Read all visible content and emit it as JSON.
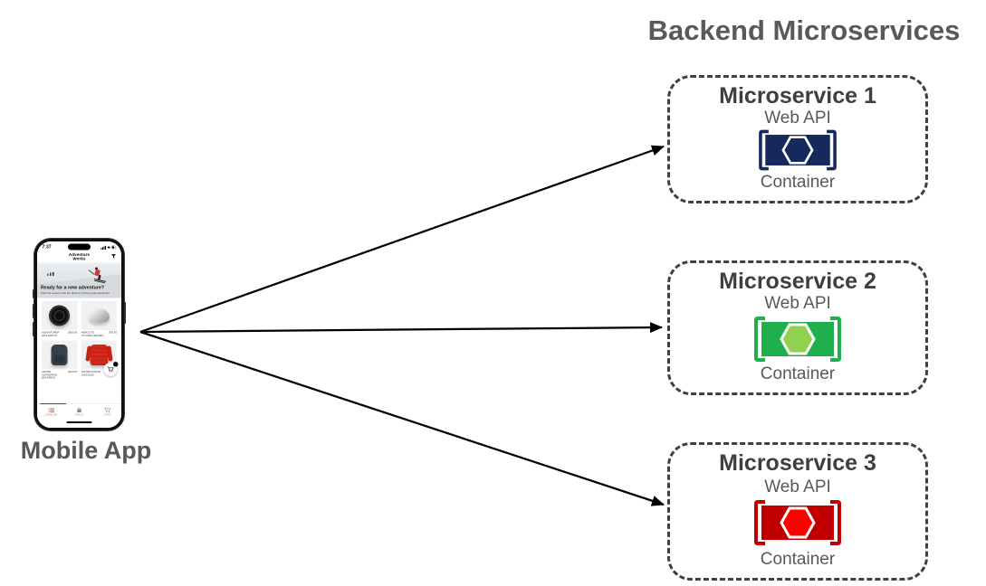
{
  "diagram": {
    "title": "Backend Microservices",
    "mobile_app_label": "Mobile App",
    "arrow_color": "#000000",
    "box_border_color": "#404040"
  },
  "services": [
    {
      "title": "Microservice 1",
      "api_label": "Web API",
      "container_label": "Container",
      "color": "#16295C",
      "hex_fill": "#16295C"
    },
    {
      "title": "Microservice 2",
      "api_label": "Web API",
      "container_label": "Container",
      "color": "#1FAF4D",
      "hex_fill": "#92D050"
    },
    {
      "title": "Microservice 3",
      "api_label": "Web API",
      "container_label": "Container",
      "color": "#C00000",
      "hex_fill": "#FF0000"
    }
  ],
  "phone": {
    "status_time": "7:37",
    "brand_line1": "Adventure",
    "brand_line2": "Works",
    "hero_title": "Ready for a new adventure?",
    "hero_subtitle": "Start the season with the latest in clothing and equipment.",
    "products": [
      {
        "name": "ADVENTURER GPS WATCH",
        "price": "$500.00"
      },
      {
        "name": "AEROLITE CYCLING HELMET",
        "price": "$75.00"
      },
      {
        "name": "ALPINE ALPINEPACK BACKPACK",
        "price": "$120.00"
      },
      {
        "name": "ALPINE FUSION GOGGLES",
        "price": "$78.00"
      }
    ],
    "nav_items": [
      {
        "label": "Catalog"
      },
      {
        "label": "Deals"
      },
      {
        "label": "Cart"
      }
    ],
    "icons": {
      "status": [
        "signal",
        "wifi",
        "battery"
      ],
      "header": "funnel",
      "fab": "shopping-cart",
      "nav": [
        "list",
        "bag",
        "shopping-cart"
      ]
    }
  }
}
